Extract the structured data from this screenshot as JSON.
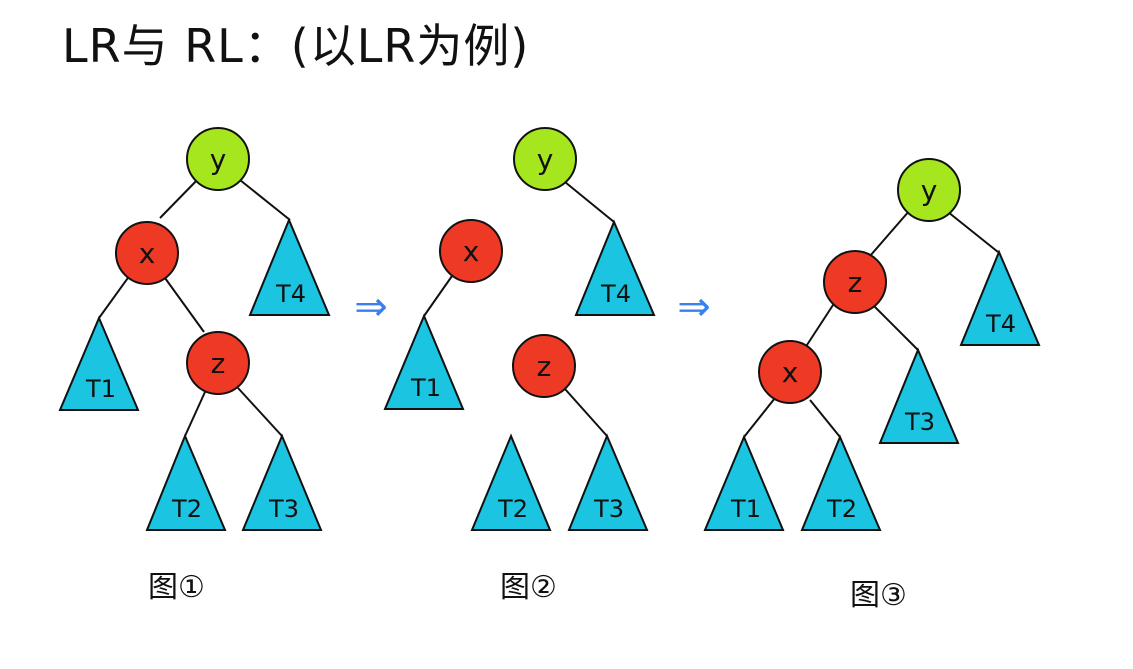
{
  "title": "LR与 RL：(以LR为例)",
  "colors": {
    "root_node": "#a6e61e",
    "red_node": "#ee3a24",
    "subtree": "#1bc4e0",
    "stroke": "#111111",
    "arrow": "#3a7ff0"
  },
  "nodes": {
    "y": "y",
    "x": "x",
    "z": "z"
  },
  "subtrees": {
    "t1": "T1",
    "t2": "T2",
    "t3": "T3",
    "t4": "T4"
  },
  "transition_arrow": "⇒",
  "captions": {
    "fig1": "图①",
    "fig2": "图②",
    "fig3": "图③"
  }
}
